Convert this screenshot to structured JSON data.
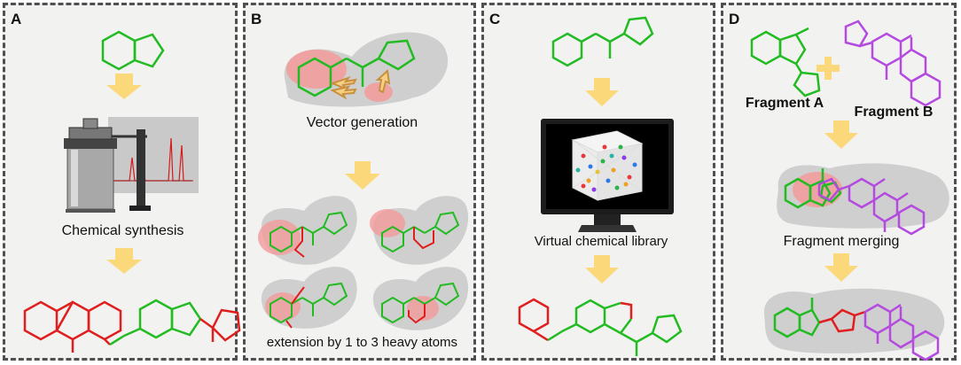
{
  "panels": [
    {
      "label": "A",
      "captions": {
        "synthesis": "Chemical synthesis"
      }
    },
    {
      "label": "B",
      "captions": {
        "vector": "Vector generation",
        "extension": "extension by 1 to 3 heavy atoms"
      }
    },
    {
      "label": "C",
      "captions": {
        "library": "Virtual chemical library"
      }
    },
    {
      "label": "D",
      "captions": {
        "fragA": "Fragment A",
        "fragB": "Fragment B",
        "merging": "Fragment merging"
      }
    }
  ],
  "colors": {
    "green": "#22bb22",
    "red": "#e01e1e",
    "purple": "#b44ae0",
    "arrow": "#fbd97a",
    "halo": "#cfcfcf",
    "glow": "#f39a9a"
  }
}
